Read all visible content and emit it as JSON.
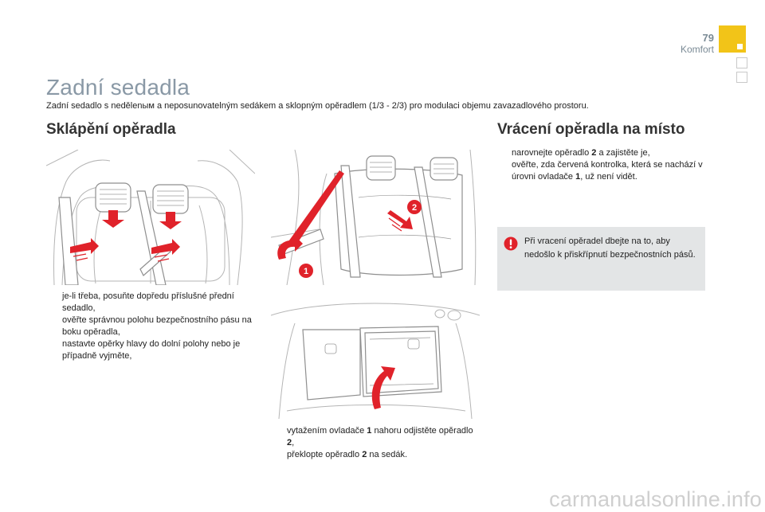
{
  "header": {
    "page_number": "79",
    "section": "Komfort",
    "accent_color": "#f2c418"
  },
  "title": "Zadní sedadla",
  "subtitle": "Zadní sedadlo s nedělenым a neposunovatelným sedákem a sklopným opěradlem (1/3 - 2/3) pro modulaci objemu zavazadlového prostoru.",
  "left": {
    "heading": "Sklápění opěradla",
    "items": [
      "je-li třeba, posuňte dopředu příslušné přední sedadlo,",
      "ověřte správnou polohu bezpečnostního pásu na boku opěradla,",
      "nastavte opěrky hlavy do dolní polohy nebo je případně vyjměte,"
    ]
  },
  "middle": {
    "callout_1": "1",
    "callout_2": "2",
    "items": [
      {
        "before": "vytažením ovladače ",
        "bold1": "1",
        "middle": " nahoru odjistěte opěradlo ",
        "bold2": "2",
        "after": ","
      },
      {
        "before": "překlopte opěradlo ",
        "bold1": "2",
        "after": " na sedák."
      }
    ]
  },
  "right": {
    "heading": "Vrácení opěradla na místo",
    "items": [
      {
        "before": "narovnejte opěradlo ",
        "bold1": "2",
        "after": " a zajistěte je,"
      },
      {
        "before": "ověřte, zda červená kontrolka, která se nachází v úrovni ovladače ",
        "bold1": "1",
        "after": ", už není vidět."
      }
    ],
    "note": "Při vracení opěradel dbejte na to, aby nedošlo k přiskřípnutí bezpečnostních pásů."
  },
  "bullet_glyph": "",
  "watermark": "carmanualsonline.info",
  "colors": {
    "arrow_red": "#e0222a",
    "line_grey": "#a8a8a8",
    "title_grey": "#8a99a6"
  }
}
